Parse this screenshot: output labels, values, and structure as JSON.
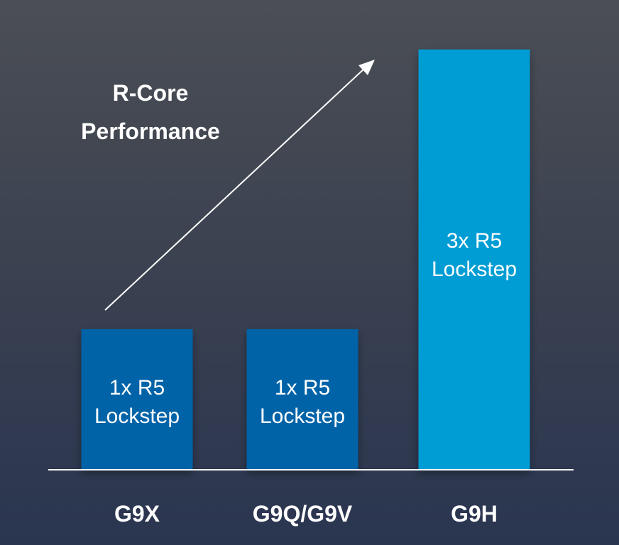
{
  "chart_data": {
    "type": "bar",
    "title": [
      "R-Core",
      "Performance"
    ],
    "categories": [
      "G9X",
      "G9Q/G9V",
      "G9H"
    ],
    "values": [
      1,
      1,
      3
    ],
    "bar_labels": [
      [
        "1x R5",
        "Lockstep"
      ],
      [
        "1x R5",
        "Lockstep"
      ],
      [
        "3x R5",
        "Lockstep"
      ]
    ],
    "colors": [
      "#0563a8",
      "#0563a8",
      "#069dd4"
    ],
    "xlabel": "",
    "ylabel": "",
    "ylim": [
      0,
      3.1
    ],
    "grid": false,
    "annotation": "upward-arrow"
  }
}
